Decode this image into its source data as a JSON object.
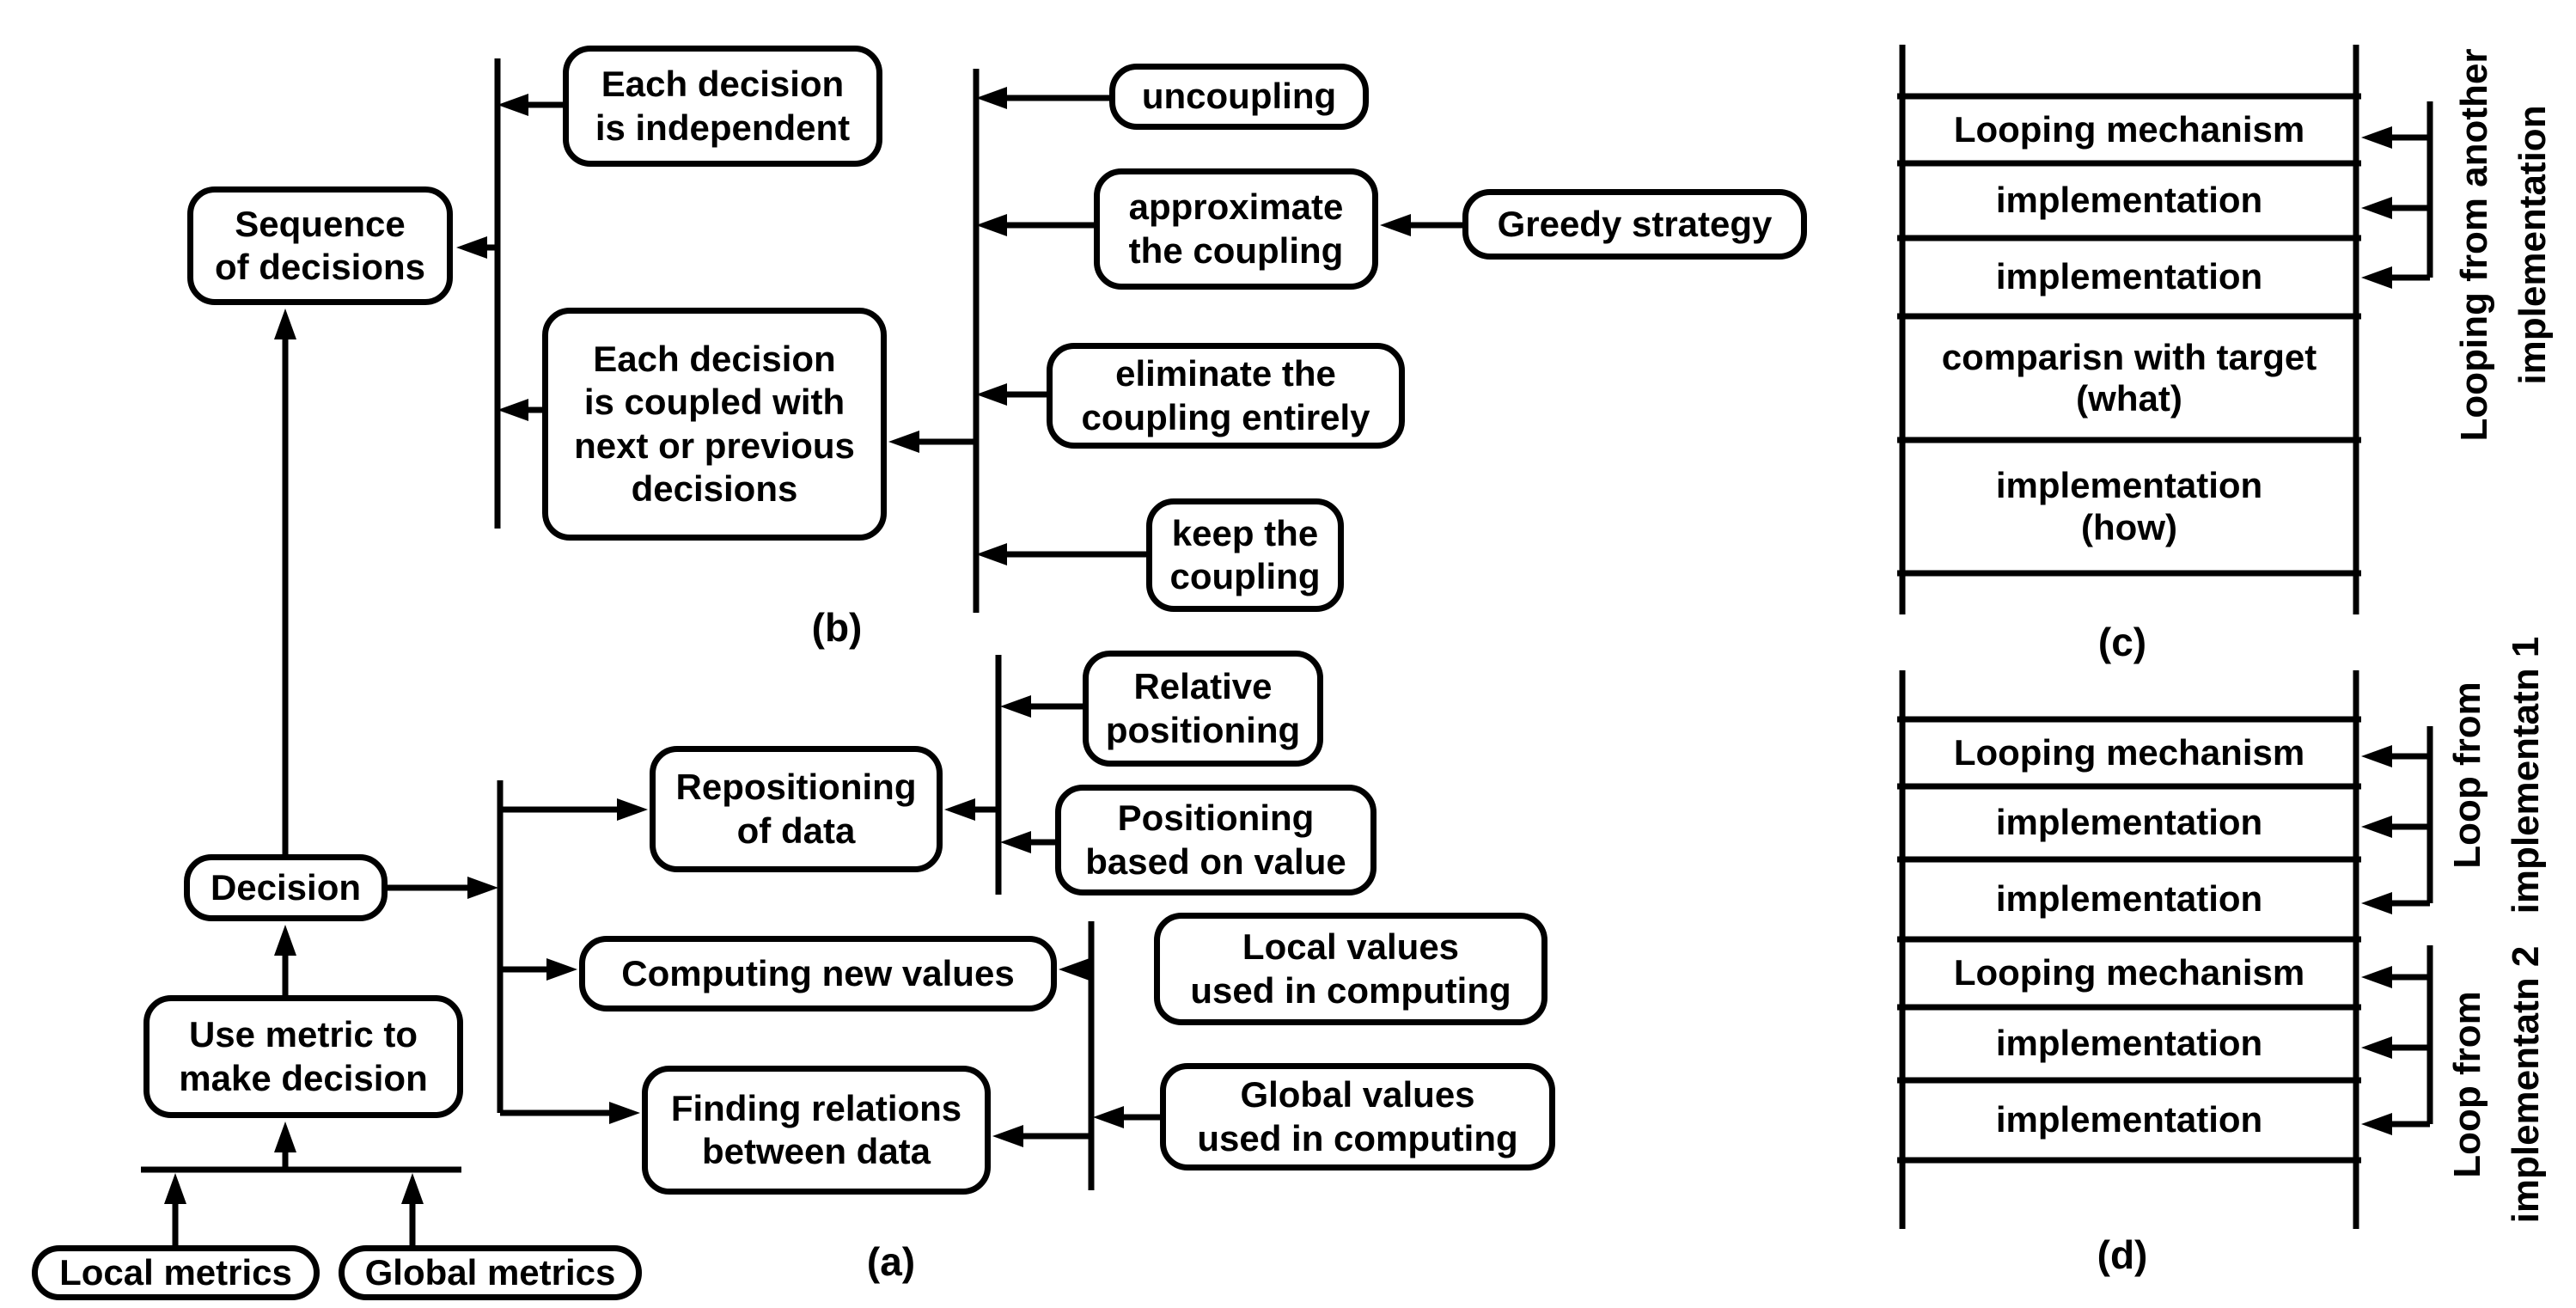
{
  "a": {
    "label": "(a)",
    "decision": "Decision",
    "use_metric": "Use metric to\nmake decision",
    "local_metrics": "Local metrics",
    "global_metrics": "Global metrics",
    "repositioning": "Repositioning\nof data",
    "relative_positioning": "Relative\npositioning",
    "positioning_value": "Positioning\nbased on value",
    "computing": "Computing new values",
    "local_values": "Local values\nused in computing",
    "finding": "Finding relations\nbetween data",
    "global_values": "Global values\nused in computing"
  },
  "b": {
    "label": "(b)",
    "sequence": "Sequence\nof decisions",
    "independent": "Each decision\nis independent",
    "coupled": "Each decision\nis coupled with\nnext or previous\ndecisions",
    "uncoupling": "uncoupling",
    "approximate": "approximate\nthe coupling",
    "eliminate": "eliminate the\ncoupling entirely",
    "keep": "keep the\ncoupling",
    "greedy": "Greedy strategy"
  },
  "c": {
    "label": "(c)",
    "rows": [
      "Looping mechanism",
      "implementation",
      "implementation",
      "comparisn with target\n(what)",
      "implementation\n(how)"
    ],
    "side_label": "Looping from another\nimplementation"
  },
  "d": {
    "label": "(d)",
    "rows": [
      "Looping mechanism",
      "implementation",
      "implementation",
      "Looping mechanism",
      "implementation",
      "implementation"
    ],
    "side_label_1": "Loop from\nimplementatn 1",
    "side_label_2": "Loop from\nimplementatn 2"
  }
}
